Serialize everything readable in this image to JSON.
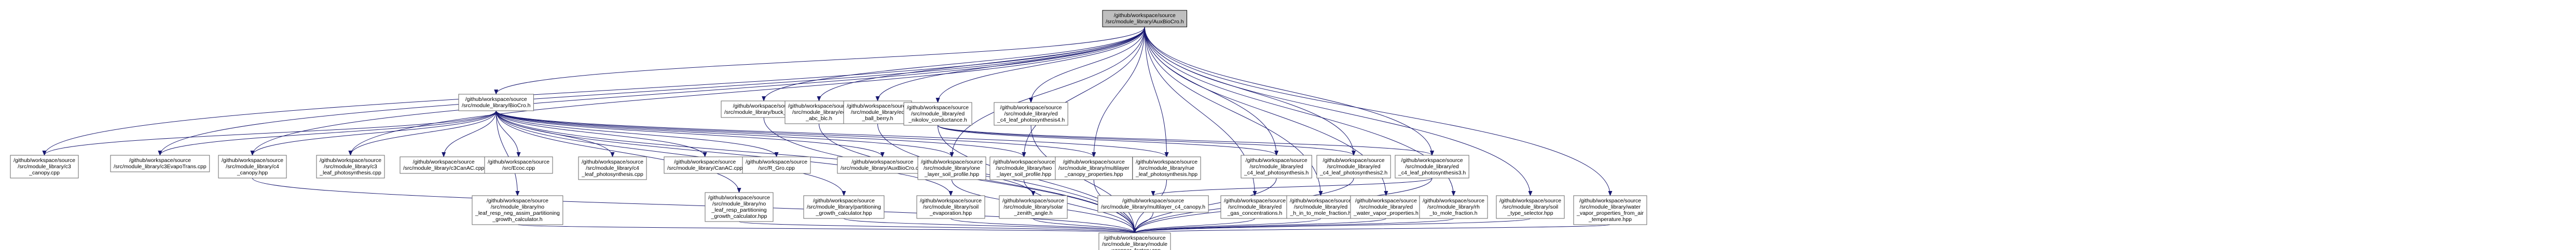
{
  "graph": {
    "root": "root",
    "nodes": [
      {
        "id": "root",
        "lines": [
          "/github/workspace/source",
          "/src/module_library/AuxBioCro.h"
        ],
        "interactable": false
      },
      {
        "id": "bioCro",
        "lines": [
          "/github/workspace/source",
          "/src/module_library/BioCro.h"
        ],
        "interactable": true
      },
      {
        "id": "buck_swvp",
        "lines": [
          "/github/workspace/source",
          "/src/module_library/buck_swvp.h"
        ],
        "interactable": true
      },
      {
        "id": "ed_abc_blc",
        "lines": [
          "/github/workspace/source",
          "/src/module_library/ed",
          "_abc_blc.h"
        ],
        "interactable": true
      },
      {
        "id": "ed_ball_berry",
        "lines": [
          "/github/workspace/source",
          "/src/module_library/ed",
          "_ball_berry.h"
        ],
        "interactable": true
      },
      {
        "id": "ed_nikolov",
        "lines": [
          "/github/workspace/source",
          "/src/module_library/ed",
          "_nikolov_conductance.h"
        ],
        "interactable": true
      },
      {
        "id": "ed_c4_photo4",
        "lines": [
          "/github/workspace/source",
          "/src/module_library/ed",
          "_c4_leaf_photosynthesis4.h"
        ],
        "interactable": true
      },
      {
        "id": "c3_canopy",
        "lines": [
          "/github/workspace/source",
          "/src/module_library/c3",
          "_canopy.cpp"
        ],
        "interactable": true
      },
      {
        "id": "c3evapo",
        "lines": [
          "/github/workspace/source",
          "/src/module_library/c3EvapoTrans.cpp"
        ],
        "interactable": true
      },
      {
        "id": "c4_canopy",
        "lines": [
          "/github/workspace/source",
          "/src/module_library/c4",
          "_canopy.hpp"
        ],
        "interactable": true
      },
      {
        "id": "c3_leaf_photo",
        "lines": [
          "/github/workspace/source",
          "/src/module_library/c3",
          "_leaf_photosynthesis.cpp"
        ],
        "interactable": true
      },
      {
        "id": "c3canac",
        "lines": [
          "/github/workspace/source",
          "/src/module_library/c3CanAC.cpp"
        ],
        "interactable": true
      },
      {
        "id": "eco",
        "lines": [
          "/github/workspace/source",
          "/src/Ecoc.cpp"
        ],
        "interactable": true
      },
      {
        "id": "c4_leaf_photo_cpp",
        "lines": [
          "/github/workspace/source",
          "/src/module_library/c4",
          "_leaf_photosynthesis.cpp"
        ],
        "interactable": true
      },
      {
        "id": "canac",
        "lines": [
          "/github/workspace/source",
          "/src/module_library/CanAC.cpp"
        ],
        "interactable": true
      },
      {
        "id": "r_gro",
        "lines": [
          "/github/workspace/source",
          "/src/R_Gro.cpp"
        ],
        "interactable": true
      },
      {
        "id": "auxbiocro_cpp",
        "lines": [
          "/github/workspace/source",
          "/src/module_library/AuxBioCro.cpp"
        ],
        "interactable": true
      },
      {
        "id": "one_layer",
        "lines": [
          "/github/workspace/source",
          "/src/module_library/one",
          "_layer_soil_profile.hpp"
        ],
        "interactable": true
      },
      {
        "id": "two_layer",
        "lines": [
          "/github/workspace/source",
          "/src/module_library/two",
          "_layer_soil_profile.hpp"
        ],
        "interactable": true
      },
      {
        "id": "multilayer",
        "lines": [
          "/github/workspace/source",
          "/src/module_library/multilayer",
          "_canopy_properties.hpp"
        ],
        "interactable": true
      },
      {
        "id": "rue_leaf",
        "lines": [
          "/github/workspace/source",
          "/src/module_library/rue",
          "_leaf_photosynthesis.hpp"
        ],
        "interactable": true
      },
      {
        "id": "ed_c4_photo_h",
        "lines": [
          "/github/workspace/source",
          "/src/module_library/ed",
          "_c4_leaf_photosynthesis.h"
        ],
        "interactable": true
      },
      {
        "id": "ed_c4_photo2",
        "lines": [
          "/github/workspace/source",
          "/src/module_library/ed",
          "_c4_leaf_photosynthesis2.h"
        ],
        "interactable": true
      },
      {
        "id": "ed_c4_photo3",
        "lines": [
          "/github/workspace/source",
          "/src/module_library/ed",
          "_c4_leaf_photosynthesis3.h"
        ],
        "interactable": true
      },
      {
        "id": "partitioning_sel",
        "lines": [
          "/github/workspace/source",
          "/src/module_library/no",
          "_leaf_resp_neg_assim_partitioning",
          "_growth_calculator.h"
        ],
        "interactable": true
      },
      {
        "id": "partitioning_leaf",
        "lines": [
          "/github/workspace/source",
          "/src/module_library/no",
          "_leaf_resp_partitioning",
          "_growth_calculator.hpp"
        ],
        "interactable": true
      },
      {
        "id": "partitioning_growth",
        "lines": [
          "/github/workspace/source",
          "/src/module_library/partitioning",
          "_growth_calculator.hpp"
        ],
        "interactable": true
      },
      {
        "id": "soil_evap",
        "lines": [
          "/github/workspace/source",
          "/src/module_library/soil",
          "_evaporation.hpp"
        ],
        "interactable": true
      },
      {
        "id": "solar_zenith",
        "lines": [
          "/github/workspace/source",
          "/src/module_library/solar",
          "_zenith_angle.h"
        ],
        "interactable": true
      },
      {
        "id": "multilayer_c4",
        "lines": [
          "/github/workspace/source",
          "/src/module_library/multilayer_c4_canopy.h"
        ],
        "interactable": true
      },
      {
        "id": "ed_gas",
        "lines": [
          "/github/workspace/source",
          "/src/module_library/ed",
          "_gas_concentrations.h"
        ],
        "interactable": true
      },
      {
        "id": "ed_h2o",
        "lines": [
          "/github/workspace/source",
          "/src/module_library/ed",
          "_h_in_to_mole_fraction.h"
        ],
        "interactable": true
      },
      {
        "id": "ed_water_vp",
        "lines": [
          "/github/workspace/source",
          "/src/module_library/ed",
          "_water_vapor_properties.h"
        ],
        "interactable": true
      },
      {
        "id": "ed_rh",
        "lines": [
          "/github/workspace/source",
          "/src/module_library/rh",
          "_to_mole_fraction.h"
        ],
        "interactable": true
      },
      {
        "id": "ed_soil_type",
        "lines": [
          "/github/workspace/source",
          "/src/module_library/soil",
          "_type_selector.hpp"
        ],
        "interactable": true
      },
      {
        "id": "water_vapor_temp",
        "lines": [
          "/github/workspace/source",
          "/src/module_library/water",
          "_vapor_properties_from_air",
          "_temperature.hpp"
        ],
        "interactable": true
      },
      {
        "id": "module_factory",
        "lines": [
          "/github/workspace/source",
          "/src/module_library/module",
          "_wrapper_factory.cpp"
        ],
        "interactable": true
      }
    ],
    "edges": [
      [
        "root",
        "bioCro"
      ],
      [
        "root",
        "buck_swvp"
      ],
      [
        "root",
        "ed_abc_blc"
      ],
      [
        "root",
        "ed_ball_berry"
      ],
      [
        "root",
        "ed_nikolov"
      ],
      [
        "root",
        "ed_c4_photo4"
      ],
      [
        "root",
        "c3_canopy"
      ],
      [
        "root",
        "c3evapo"
      ],
      [
        "root",
        "c4_canopy"
      ],
      [
        "root",
        "c3_leaf_photo"
      ],
      [
        "root",
        "one_layer"
      ],
      [
        "root",
        "two_layer"
      ],
      [
        "root",
        "multilayer"
      ],
      [
        "root",
        "rue_leaf"
      ],
      [
        "root",
        "ed_c4_photo_h"
      ],
      [
        "root",
        "ed_c4_photo2"
      ],
      [
        "root",
        "ed_c4_photo3"
      ],
      [
        "root",
        "ed_gas"
      ],
      [
        "root",
        "ed_h2o"
      ],
      [
        "root",
        "ed_water_vp"
      ],
      [
        "root",
        "ed_rh"
      ],
      [
        "root",
        "ed_soil_type"
      ],
      [
        "root",
        "water_vapor_temp"
      ],
      [
        "bioCro",
        "c3_canopy"
      ],
      [
        "bioCro",
        "c3evapo"
      ],
      [
        "bioCro",
        "c4_canopy"
      ],
      [
        "bioCro",
        "c3_leaf_photo"
      ],
      [
        "bioCro",
        "c3canac"
      ],
      [
        "bioCro",
        "eco"
      ],
      [
        "bioCro",
        "c4_leaf_photo_cpp"
      ],
      [
        "bioCro",
        "canac"
      ],
      [
        "bioCro",
        "r_gro"
      ],
      [
        "bioCro",
        "auxbiocro_cpp"
      ],
      [
        "bioCro",
        "one_layer"
      ],
      [
        "bioCro",
        "two_layer"
      ],
      [
        "bioCro",
        "multilayer"
      ],
      [
        "bioCro",
        "rue_leaf"
      ],
      [
        "bioCro",
        "partitioning_sel"
      ],
      [
        "bioCro",
        "partitioning_leaf"
      ],
      [
        "bioCro",
        "partitioning_growth"
      ],
      [
        "bioCro",
        "soil_evap"
      ],
      [
        "bioCro",
        "solar_zenith"
      ],
      [
        "ed_nikolov",
        "ed_c4_photo_h"
      ],
      [
        "ed_nikolov",
        "ed_c4_photo2"
      ],
      [
        "ed_nikolov",
        "ed_c4_photo3"
      ],
      [
        "ed_c4_photo3",
        "multilayer_c4"
      ],
      [
        "buck_swvp",
        "module_factory"
      ],
      [
        "ed_abc_blc",
        "module_factory"
      ],
      [
        "ed_ball_berry",
        "module_factory"
      ],
      [
        "ed_nikolov",
        "module_factory"
      ],
      [
        "ed_c4_photo4",
        "module_factory"
      ],
      [
        "c4_canopy",
        "module_factory"
      ],
      [
        "one_layer",
        "module_factory"
      ],
      [
        "two_layer",
        "module_factory"
      ],
      [
        "multilayer",
        "module_factory"
      ],
      [
        "rue_leaf",
        "module_factory"
      ],
      [
        "ed_c4_photo_h",
        "module_factory"
      ],
      [
        "ed_c4_photo2",
        "module_factory"
      ],
      [
        "ed_c4_photo3",
        "module_factory"
      ],
      [
        "partitioning_sel",
        "module_factory"
      ],
      [
        "partitioning_leaf",
        "module_factory"
      ],
      [
        "partitioning_growth",
        "module_factory"
      ],
      [
        "soil_evap",
        "module_factory"
      ],
      [
        "solar_zenith",
        "module_factory"
      ],
      [
        "multilayer_c4",
        "module_factory"
      ],
      [
        "ed_gas",
        "module_factory"
      ],
      [
        "ed_h2o",
        "module_factory"
      ],
      [
        "ed_water_vp",
        "module_factory"
      ],
      [
        "ed_rh",
        "module_factory"
      ],
      [
        "ed_soil_type",
        "module_factory"
      ],
      [
        "water_vapor_temp",
        "module_factory"
      ]
    ]
  }
}
